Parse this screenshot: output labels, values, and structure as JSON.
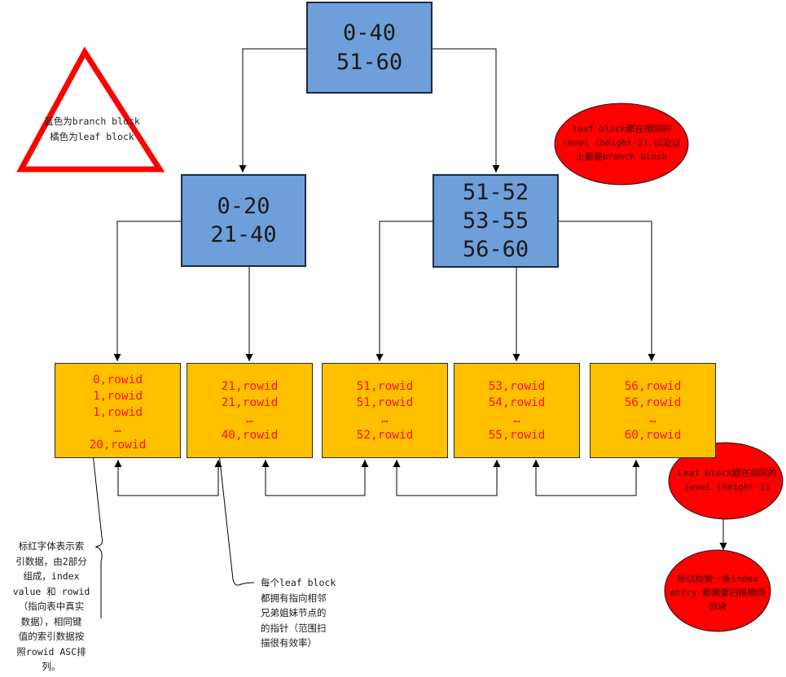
{
  "legend": {
    "line1": "蓝色为branch block",
    "line2": "橘色为leaf block"
  },
  "root": {
    "lines": [
      "0-40",
      "51-60"
    ]
  },
  "branches": [
    {
      "lines": [
        "0-20",
        "21-40"
      ]
    },
    {
      "lines": [
        "51-52",
        "53-55",
        "56-60"
      ]
    }
  ],
  "leaves": [
    {
      "lines": [
        "0,rowid",
        "1,rowid",
        "1,rowid",
        "…",
        "20,rowid"
      ]
    },
    {
      "lines": [
        "21,rowid",
        "21,rowid",
        "…",
        "40,rowid"
      ]
    },
    {
      "lines": [
        "51,rowid",
        "51,rowid",
        "…",
        "52,rowid"
      ]
    },
    {
      "lines": [
        "53,rowid",
        "54,rowid",
        "…",
        "55,rowid"
      ]
    },
    {
      "lines": [
        "56,rowid",
        "56,rowid",
        "…",
        "60,rowid"
      ]
    }
  ],
  "notes": {
    "top": [
      "leaf block都在相同的",
      "level (height-2) 以及以",
      "上都是branch block"
    ],
    "mid": [
      "Leaf block都在相同的",
      "level (height-1)"
    ],
    "bottom": [
      "所以检索一条index",
      "entry 都需要扫描相同",
      "的块"
    ]
  },
  "callouts": {
    "left": [
      "标红字体表示索",
      "引数据，由2部分",
      "组成，index",
      "value 和 rowid",
      "（指向表中真实",
      "数据），相同键",
      "值的索引数据按",
      "照rowid ASC排",
      "列。"
    ],
    "middle": [
      "每个leaf block",
      "都拥有指向相邻",
      "兄弟姐妹节点的",
      "的指针（范围扫",
      "描很有效率）"
    ]
  },
  "colors": {
    "branch": "#6f9fdb",
    "leaf": "#ffc000",
    "index_text": "#ff1010",
    "ellipse": "#ff0000",
    "triangle": "#ff0000"
  }
}
